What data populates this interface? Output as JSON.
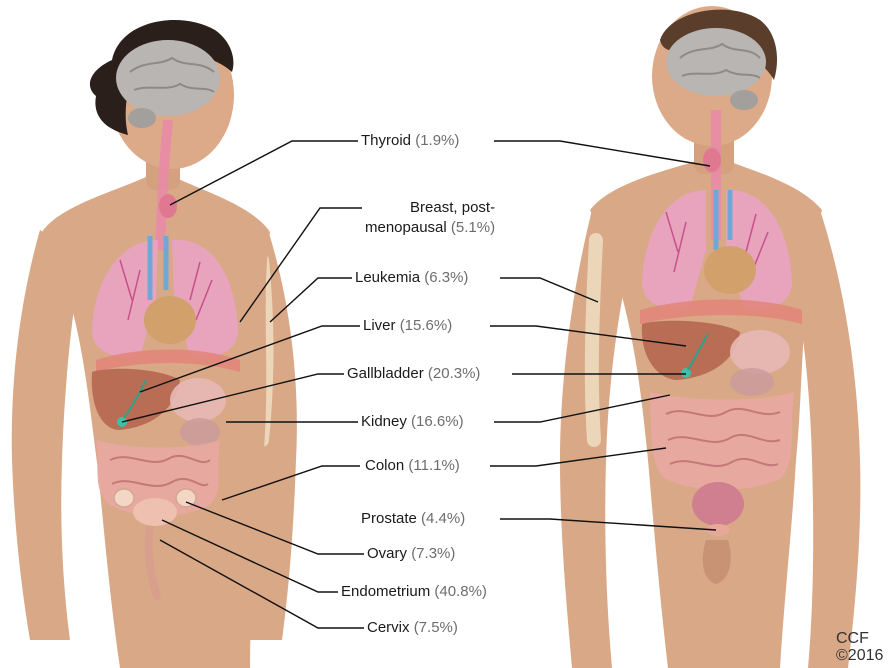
{
  "labels": {
    "thyroid": {
      "name": "Thyroid",
      "pct": "(1.9%)"
    },
    "breast": {
      "line1": "Breast, post-",
      "line2_name": "menopausal",
      "pct": "(5.1%)"
    },
    "leukemia": {
      "name": "Leukemia",
      "pct": "(6.3%)"
    },
    "liver": {
      "name": "Liver",
      "pct": "(15.6%)"
    },
    "gallbladder": {
      "name": "Gallbladder",
      "pct": "(20.3%)"
    },
    "kidney": {
      "name": "Kidney",
      "pct": "(16.6%)"
    },
    "colon": {
      "name": "Colon",
      "pct": "(11.1%)"
    },
    "prostate": {
      "name": "Prostate",
      "pct": "(4.4%)"
    },
    "ovary": {
      "name": "Ovary",
      "pct": "(7.3%)"
    },
    "endometrium": {
      "name": "Endometrium",
      "pct": "(40.8%)"
    },
    "cervix": {
      "name": "Cervix",
      "pct": "(7.5%)"
    }
  },
  "credit": {
    "line1": "CCF",
    "line2": "©2016"
  },
  "colors": {
    "skin": "#d9a886",
    "skin_shadow": "#c48f6b",
    "lung": "#e9a3c3",
    "liver": "#b5664f",
    "intestine": "#e7a7a2",
    "brain": "#b9b5b2",
    "hair": "#2a1f1a",
    "leader_line": "#111111"
  }
}
